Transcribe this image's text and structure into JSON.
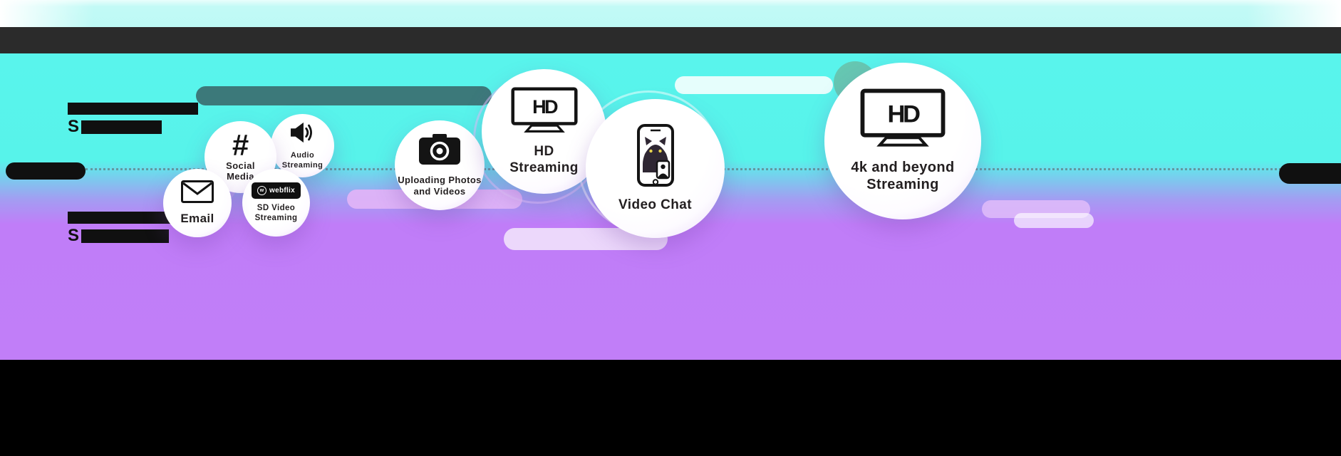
{
  "colors": {
    "cyan": "#57f3ec",
    "purple": "#c07df8",
    "top_bar": "#2b2b2b",
    "footer": "#000000",
    "bubble_rim": "#d9bdf6",
    "dark_pill": "#34565a"
  },
  "redactions": {
    "heading_top_prefix": "S",
    "heading_bottom_prefix": "S"
  },
  "bubbles": [
    {
      "id": "email",
      "label": "Email"
    },
    {
      "id": "social-media",
      "label": "Social Media"
    },
    {
      "id": "audio-streaming",
      "label": "Audio Streaming"
    },
    {
      "id": "sd-video-streaming",
      "label": "SD Video Streaming",
      "logo_mark": "w",
      "logo_text": "webflix"
    },
    {
      "id": "uploading-photos-videos",
      "label": "Uploading Photos and Videos"
    },
    {
      "id": "hd-streaming",
      "label": "HD Streaming",
      "tv_text": "HD"
    },
    {
      "id": "video-chat",
      "label": "Video Chat"
    },
    {
      "id": "4k-streaming",
      "label": "4k and beyond Streaming",
      "tv_text": "HD"
    }
  ]
}
